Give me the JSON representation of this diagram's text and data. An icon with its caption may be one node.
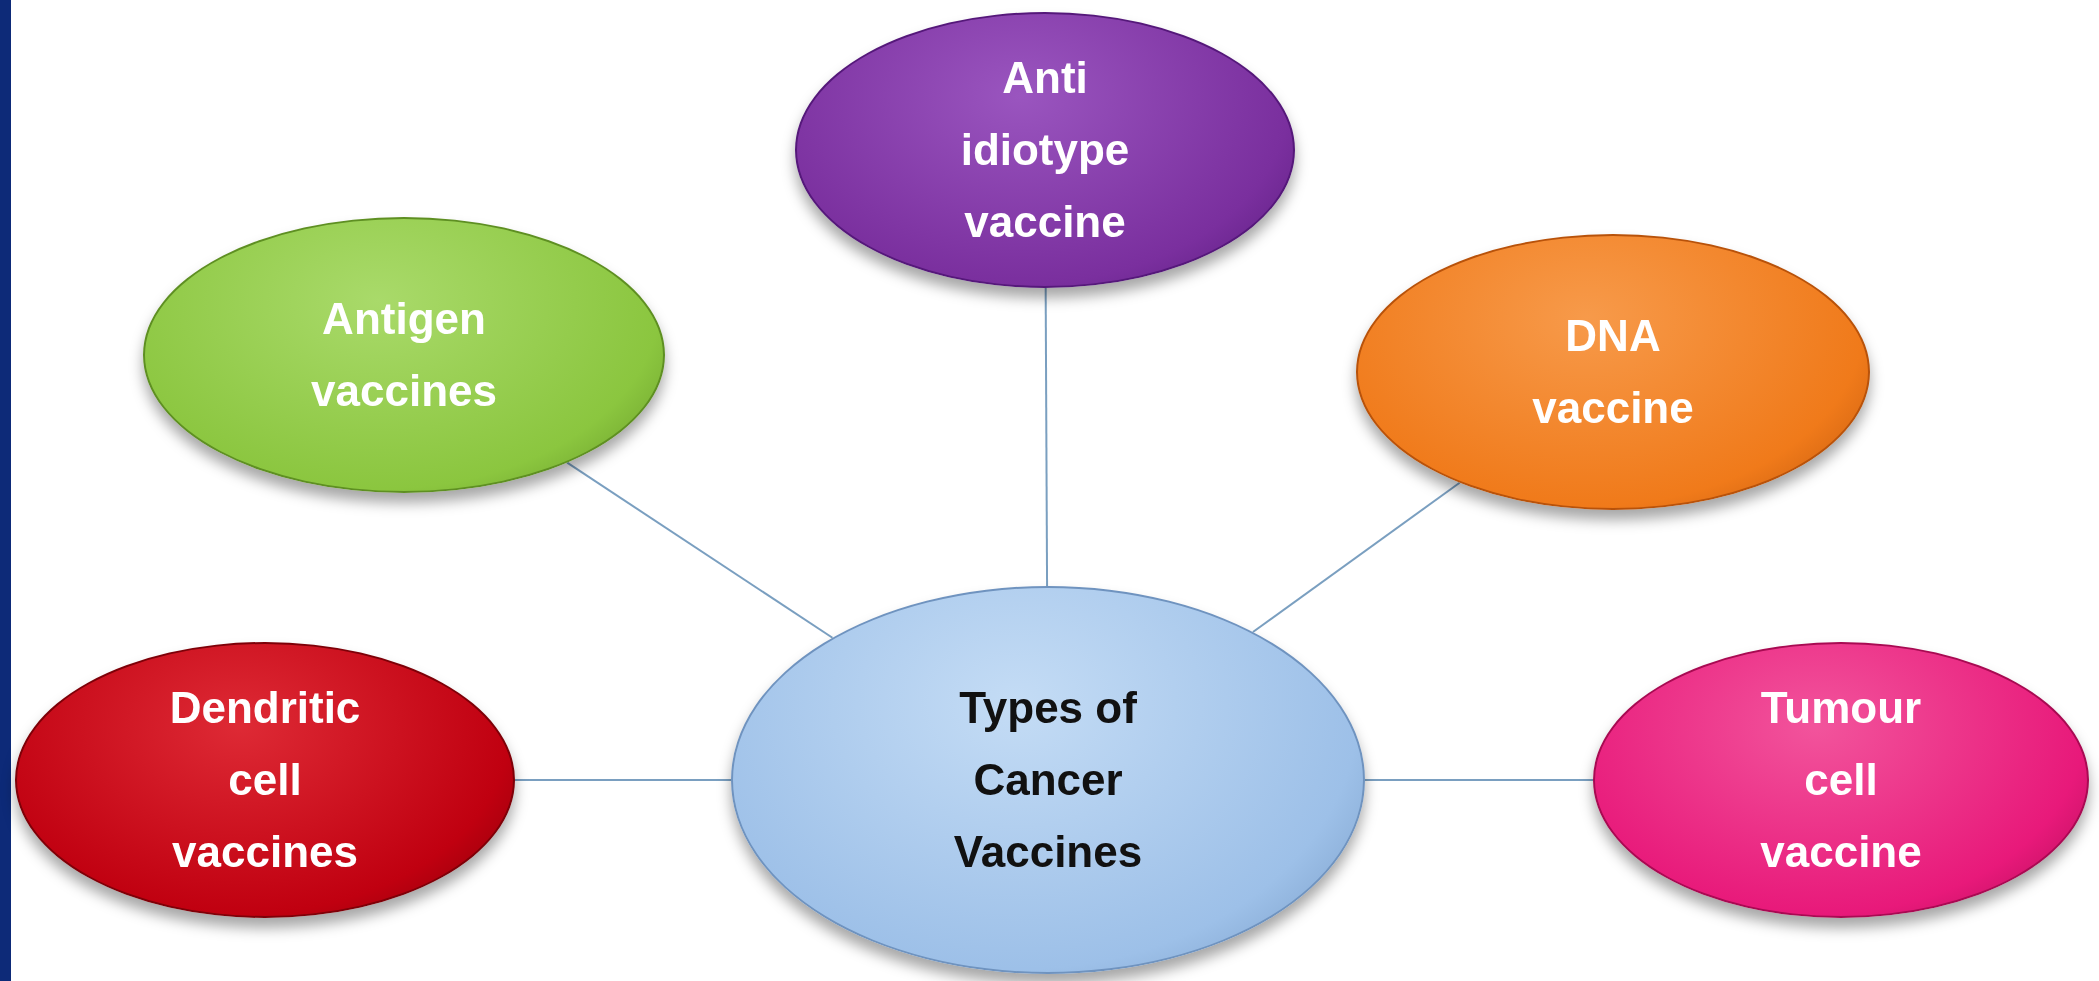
{
  "diagram": {
    "nodes": [
      {
        "text": [
          "Anti idiotype vaccine"
        ]
      },
      {
        "text": [
          "Antigen vaccines"
        ]
      },
      {
        "text": [
          "DNA vaccine"
        ]
      },
      {
        "text": [
          "Dendritic cell vaccines"
        ]
      },
      {
        "text": [
          "Types of Cancer Vaccines"
        ]
      },
      {
        "text": [
          "Tumour cell vaccine"
        ]
      }
    ],
    "edges": [
      {
        "from": 4,
        "to": 0,
        "arrow": "none"
      },
      {
        "from": 4,
        "to": 1,
        "arrow": "none"
      },
      {
        "from": 4,
        "to": 2,
        "arrow": "none"
      },
      {
        "from": 4,
        "to": 3,
        "arrow": "none"
      },
      {
        "from": 4,
        "to": 5,
        "arrow": "none"
      }
    ]
  }
}
